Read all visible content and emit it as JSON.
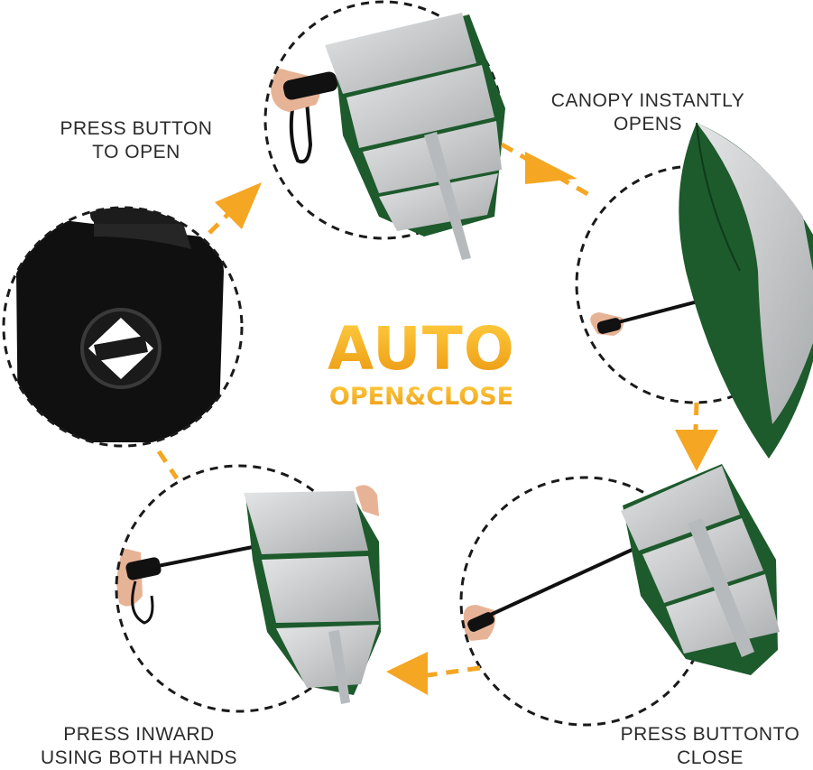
{
  "colors": {
    "accent_orange": "#f5a623",
    "canopy_green": "#1d5a2c",
    "canopy_silver": "#c9cbcd",
    "handle_black": "#111111",
    "circle_dash": "#1a1a1a"
  },
  "title": {
    "main": "AUTO",
    "sub": "OPEN&CLOSE"
  },
  "steps": [
    {
      "line1": "PRESS BUTTON",
      "line2": "TO OPEN"
    },
    {
      "line1": "CANOPY INSTANTLY",
      "line2": "OPENS"
    },
    {
      "line1": "PRESS BUTTONTO",
      "line2": "CLOSE"
    },
    {
      "line1": "PRESS INWARD",
      "line2": "USING BOTH HANDS"
    }
  ],
  "icons": {
    "button_logo": "diamond-logo-icon"
  }
}
